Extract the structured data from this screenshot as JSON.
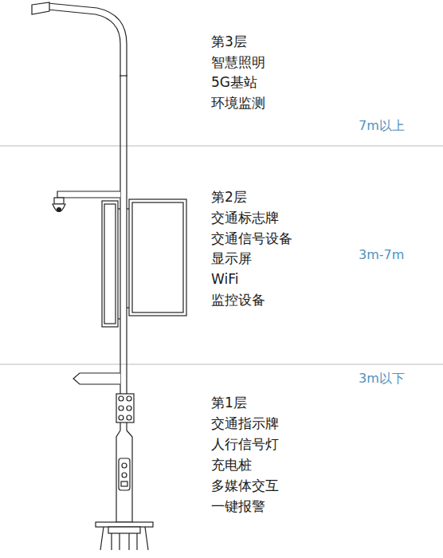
{
  "diagram": {
    "labels": [
      "第3层",
      "智慧照明",
      "5G基站",
      "环境监测",
      "7m以上",
      "第2层",
      "交通标志牌",
      "交通信号设备",
      "显示屏",
      "WiFi",
      "监控设备",
      "3m-7m",
      "3m以下",
      "第1层",
      "交通指示牌",
      "人行信号灯",
      "充电桩",
      "多媒体交互",
      "一键报警"
    ]
  }
}
